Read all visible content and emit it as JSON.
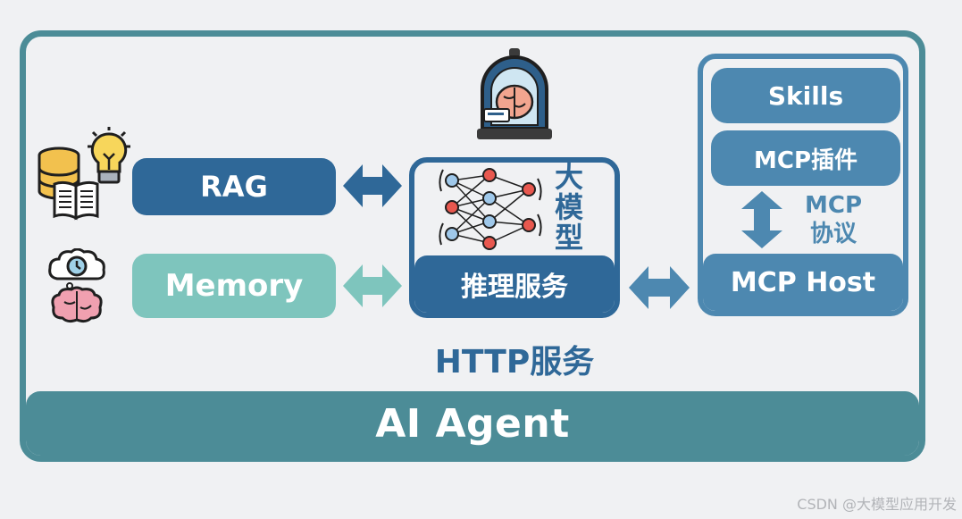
{
  "agent": {
    "label": "AI Agent"
  },
  "left": {
    "rag_label": "RAG",
    "memory_label": "Memory"
  },
  "center": {
    "llm_label": "大模型",
    "inference_label": "推理服务",
    "http_label": "HTTP服务"
  },
  "right": {
    "skills_label": "Skills",
    "plugin_label": "MCP插件",
    "protocol_label_line1": "MCP",
    "protocol_label_line2": "协议",
    "host_label": "MCP Host"
  },
  "watermark": "CSDN @大模型应用开发",
  "colors": {
    "agent_teal": "#4c8c97",
    "rag_blue": "#2f6898",
    "memory_mint": "#7ec5bd",
    "mcp_blue": "#4d88b0",
    "background": "#f0f1f3"
  },
  "icons": [
    "database-icon",
    "lightbulb-icon",
    "book-icon",
    "brain-clock-icon",
    "brain-dome-icon",
    "neural-network-icon",
    "double-arrow-icon"
  ]
}
